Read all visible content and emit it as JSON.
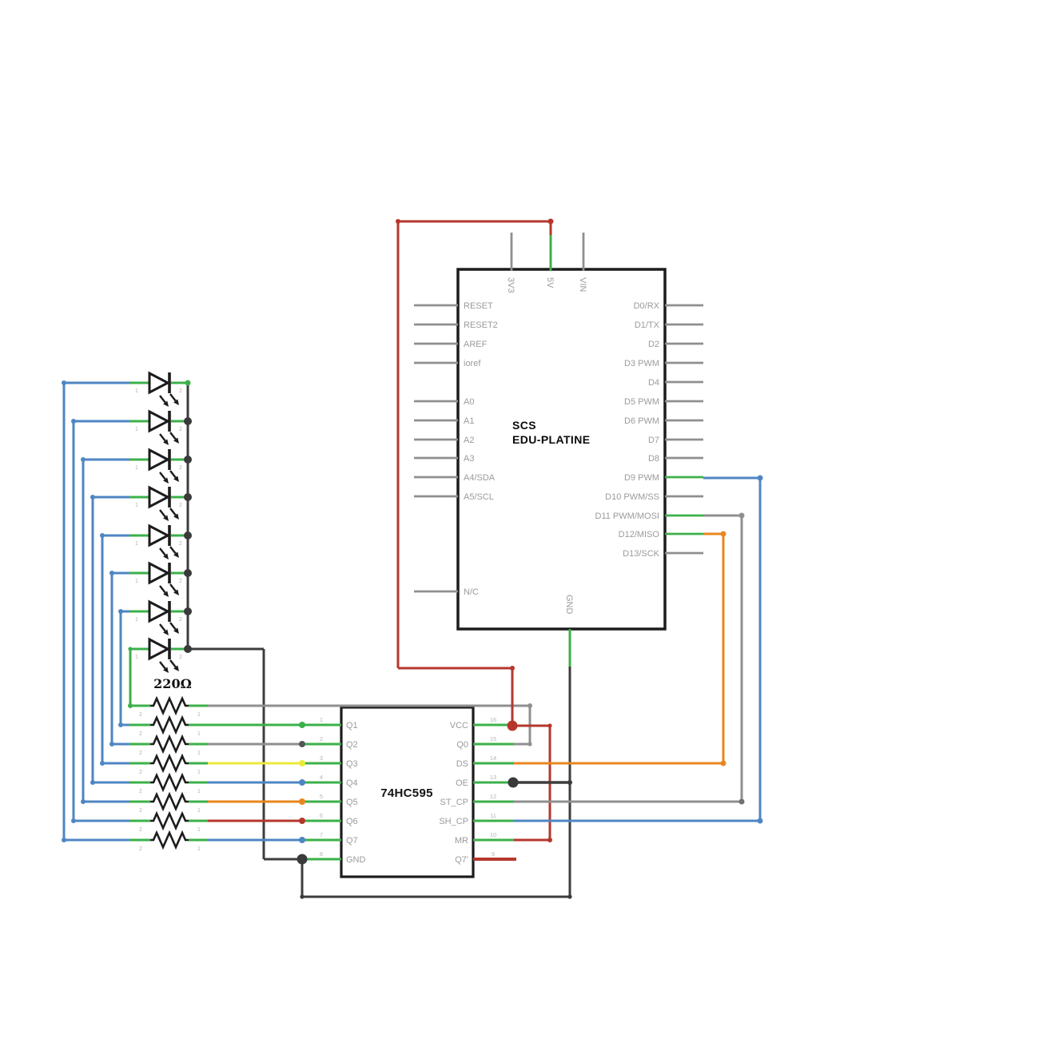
{
  "palette": {
    "green": "#3bb04a",
    "blue": "#4e86c3",
    "gray": "#8f8f8f",
    "dark": "#3d3d3d",
    "red": "#b5372c",
    "orange": "#e8871e",
    "yellow": "#ece93a",
    "outline": "#1c1c1c",
    "label_gray": "#9b9b9b",
    "dot_dark": "#3a3a3a"
  },
  "arduino": {
    "title_line1": "SCS",
    "title_line2": "EDU-PLATINE",
    "top_pins": [
      "3V3",
      "5V",
      "VIN"
    ],
    "bottom_pin": "GND",
    "left_pins": [
      "RESET",
      "RESET2",
      "AREF",
      "ioref",
      "A0",
      "A1",
      "A2",
      "A3",
      "A4/SDA",
      "A5/SCL",
      "N/C"
    ],
    "right_pins": [
      "D0/RX",
      "D1/TX",
      "D2",
      "D3 PWM",
      "D4",
      "D5 PWM",
      "D6 PWM",
      "D7",
      "D8",
      "D9 PWM",
      "D10 PWM/SS",
      "D11 PWM/MOSI",
      "D12/MISO",
      "D13/SCK"
    ]
  },
  "chip": {
    "label": "74HC595",
    "left_pins": [
      {
        "num": "1",
        "label": "Q1"
      },
      {
        "num": "2",
        "label": "Q2"
      },
      {
        "num": "3",
        "label": "Q3"
      },
      {
        "num": "4",
        "label": "Q4"
      },
      {
        "num": "5",
        "label": "Q5"
      },
      {
        "num": "6",
        "label": "Q6"
      },
      {
        "num": "7",
        "label": "Q7"
      },
      {
        "num": "8",
        "label": "GND"
      }
    ],
    "right_pins": [
      {
        "num": "16",
        "label": "VCC"
      },
      {
        "num": "15",
        "label": "Q0"
      },
      {
        "num": "14",
        "label": "DS"
      },
      {
        "num": "13",
        "label": "OE"
      },
      {
        "num": "12",
        "label": "ST_CP"
      },
      {
        "num": "11",
        "label": "SH_CP"
      },
      {
        "num": "10",
        "label": "MR"
      },
      {
        "num": "9",
        "label": "Q7'"
      }
    ]
  },
  "resistors": {
    "value_label": "220Ω",
    "count": 8,
    "pin_left_label": "2",
    "pin_right_label": "1"
  },
  "leds": {
    "count": 8,
    "anode_label": "1",
    "cathode_label": "2"
  }
}
